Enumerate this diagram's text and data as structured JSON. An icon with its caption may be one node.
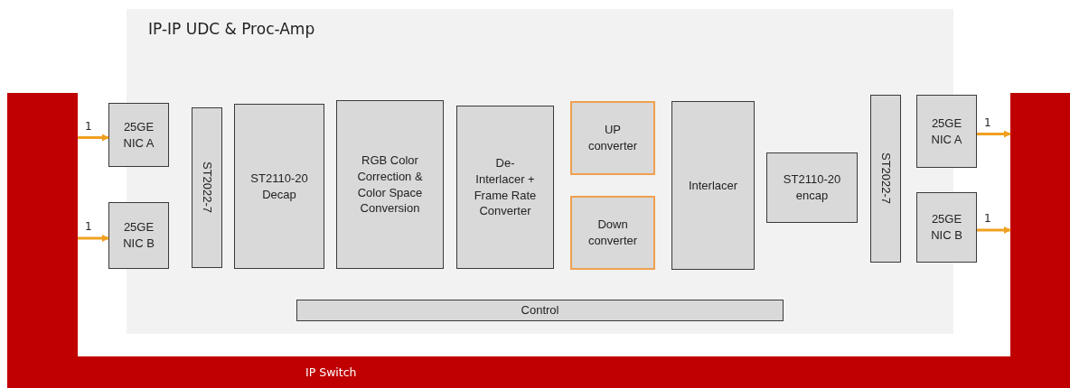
{
  "diagram": {
    "nodes": [
      {
        "text": [
          "IP Switch"
        ]
      },
      {
        "text": [
          "IP-IP UDC & Proc-Amp"
        ]
      },
      {
        "text": [
          "25GE NIC A"
        ]
      },
      {
        "text": [
          "25GE NIC B"
        ]
      },
      {
        "text": [
          "ST2022-7"
        ],
        "in": 1
      },
      {
        "text": [
          "ST2110-20 Decap"
        ],
        "in": 1
      },
      {
        "text": [
          "RGB Color Correction & Color Space Conversion"
        ],
        "in": 1
      },
      {
        "text": [
          "De- Interlacer + Frame Rate Converter"
        ],
        "in": 1
      },
      {
        "text": [
          "UP converter"
        ],
        "in": 1
      },
      {
        "text": [
          "Down converter"
        ],
        "in": 1
      },
      {
        "text": [
          "Interlacer"
        ],
        "in": 1
      },
      {
        "text": [
          "ST2110-20 encap"
        ],
        "in": 1
      },
      {
        "text": [
          "ST2022-7"
        ],
        "in": 1
      },
      {
        "text": [
          "25GE NIC A"
        ]
      },
      {
        "text": [
          "25GE NIC B"
        ]
      },
      {
        "text": [
          "Control"
        ],
        "in": 1
      }
    ],
    "edges": [
      {
        "from": 0,
        "to": 2,
        "arrow": "to",
        "label": "1"
      },
      {
        "from": 0,
        "to": 3,
        "arrow": "to",
        "label": "1"
      },
      {
        "from": 13,
        "to": 0,
        "arrow": "to",
        "label": "1"
      },
      {
        "from": 14,
        "to": 0,
        "arrow": "to",
        "label": "1"
      }
    ]
  }
}
